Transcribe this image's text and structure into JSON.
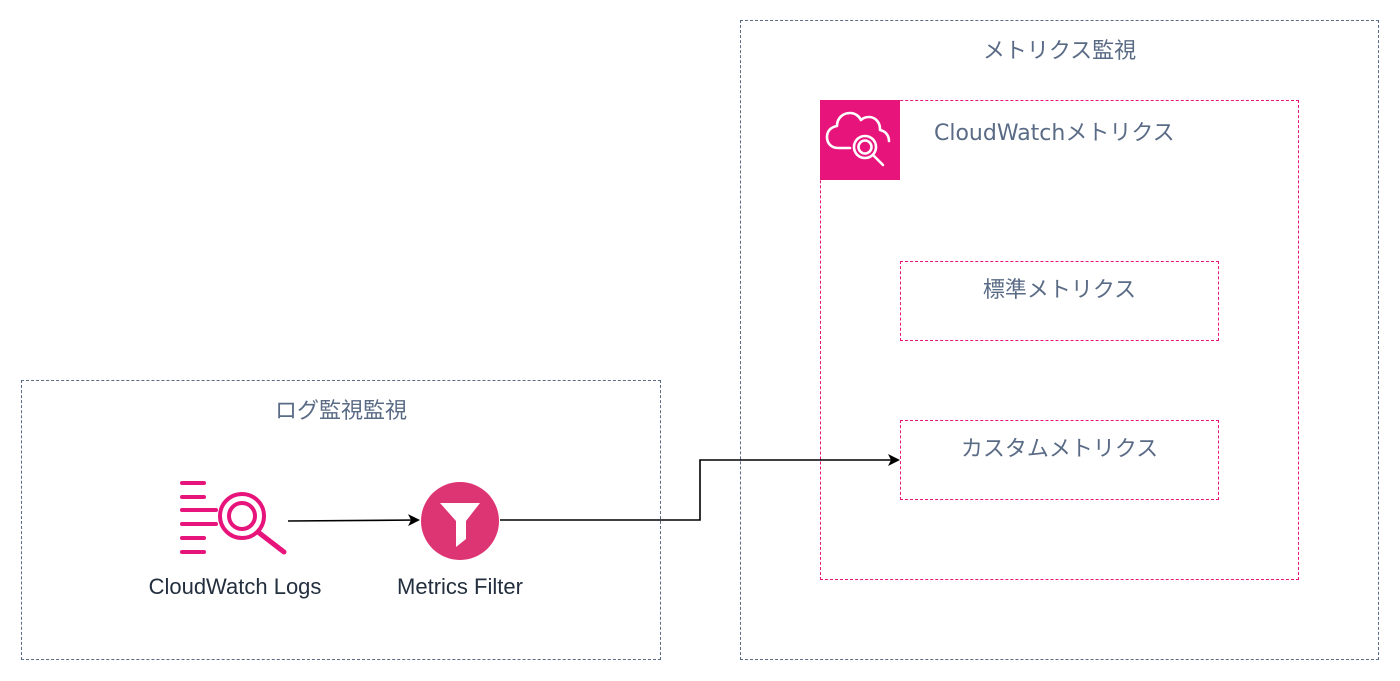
{
  "groups": {
    "log_monitoring": {
      "label": "ログ監視監視"
    },
    "metrics_monitoring": {
      "label": "メトリクス監視"
    },
    "cloudwatch_metrics": {
      "label": "CloudWatchメトリクス"
    },
    "standard_metrics": {
      "label": "標準メトリクス"
    },
    "custom_metrics": {
      "label": "カスタムメトリクス"
    }
  },
  "nodes": {
    "cloudwatch_logs": {
      "label": "CloudWatch Logs",
      "icon": "cloudwatch-logs-icon"
    },
    "metrics_filter": {
      "label": "Metrics Filter",
      "icon": "funnel-filter-icon"
    }
  },
  "edges": [
    {
      "from": "CloudWatch Logs",
      "to": "Metrics Filter"
    },
    {
      "from": "Metrics Filter",
      "to": "カスタムメトリクス"
    }
  ],
  "colors": {
    "aws_pink": "#e7157b",
    "filter_pink": "#dd3473",
    "group_border": "#5a6b86",
    "text_dark": "#232f3e",
    "connector": "#000000"
  }
}
